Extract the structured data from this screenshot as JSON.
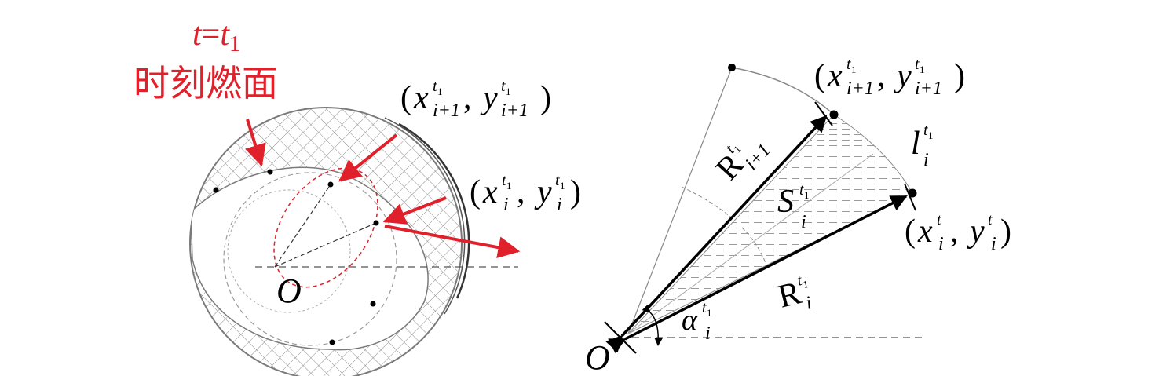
{
  "colors": {
    "accent_red": "#e0202a",
    "hatch": "#8a8a8a",
    "outline": "#7a7a7a",
    "ink": "#000000"
  },
  "left_panel": {
    "time_label": {
      "var": "t",
      "eq": "=",
      "rhs": "t",
      "rhs_sub": "1"
    },
    "caption": "时刻燃面",
    "origin_label": "O",
    "point_next": {
      "open": "(",
      "x": "x",
      "y": "y",
      "sub": "i+1",
      "sup": "t",
      "sup_sub": "1",
      "sep": ", ",
      "close": ")"
    },
    "point_cur": {
      "open": "(",
      "x": "x",
      "y": "y",
      "sub": "i",
      "sup": "t",
      "sup_sub": "1",
      "sep": ", ",
      "close": ")"
    }
  },
  "right_panel": {
    "origin_label": "O",
    "point_next": {
      "open": "(",
      "x": "x",
      "y": "y",
      "sub": "i+1",
      "sup": "t",
      "sup_sub": "1",
      "sep": ", ",
      "close": ")"
    },
    "point_cur": {
      "open": "(",
      "x": "x",
      "y": "y",
      "sub": "i",
      "sup": "t",
      "sep": ", ",
      "close": ")"
    },
    "radius_next": {
      "base": "R",
      "sub": "i+1",
      "sup": "t",
      "sup_sub": "1"
    },
    "radius_cur": {
      "base": "R",
      "sub": "i",
      "sup": "t",
      "sup_sub": "1"
    },
    "area": {
      "base": "S",
      "sub": "i",
      "sup": "t",
      "sup_sub": "1"
    },
    "arc_length": {
      "base": "l",
      "sub": "i",
      "sup": "t",
      "sup_sub": "1"
    },
    "angle": {
      "base": "α",
      "sub": "i",
      "sup": "t",
      "sup_sub": "1"
    }
  }
}
